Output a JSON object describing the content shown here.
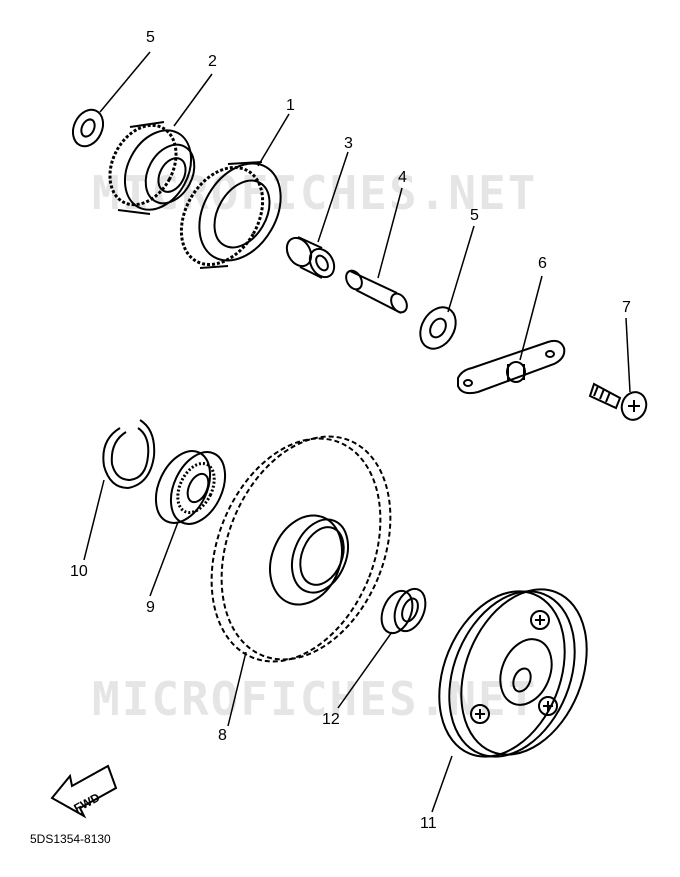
{
  "watermark": "MICROFICHES.NET",
  "diagram_code": "5DS1354-8130",
  "fwd_label": "FWD",
  "parts": [
    {
      "id": "p1",
      "label": "1"
    },
    {
      "id": "p2",
      "label": "2"
    },
    {
      "id": "p3",
      "label": "3"
    },
    {
      "id": "p4",
      "label": "4"
    },
    {
      "id": "p5a",
      "label": "5"
    },
    {
      "id": "p5b",
      "label": "5"
    },
    {
      "id": "p6",
      "label": "6"
    },
    {
      "id": "p7",
      "label": "7"
    },
    {
      "id": "p8",
      "label": "8"
    },
    {
      "id": "p9",
      "label": "9"
    },
    {
      "id": "p10",
      "label": "10"
    },
    {
      "id": "p11",
      "label": "11"
    },
    {
      "id": "p12",
      "label": "12"
    }
  ]
}
